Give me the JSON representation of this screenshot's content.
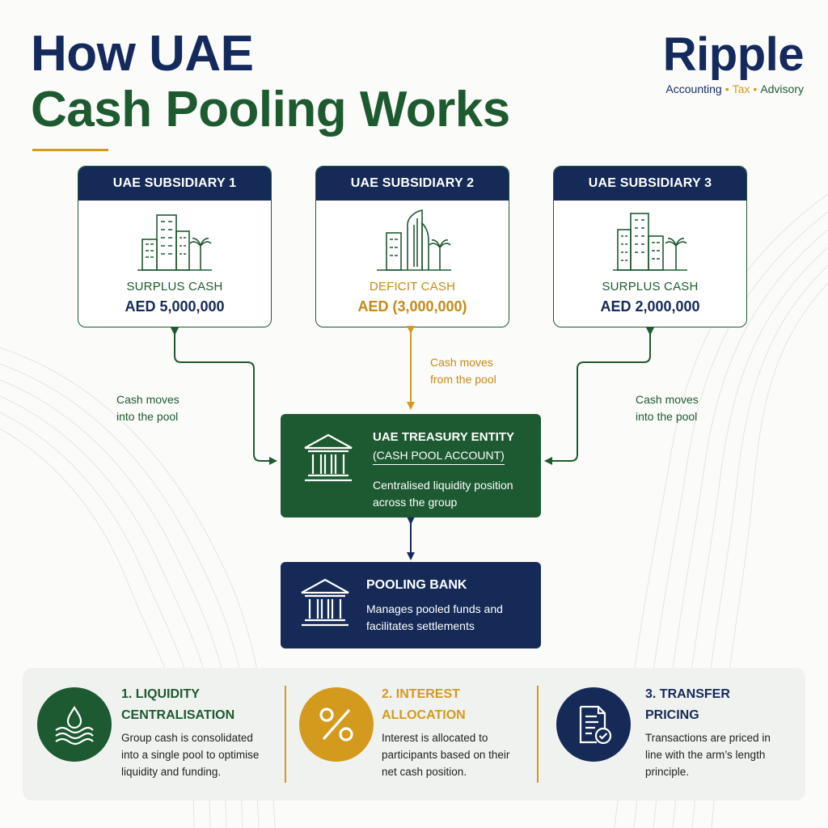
{
  "title": {
    "line1": "How UAE",
    "line2": "Cash Pooling Works"
  },
  "brand": {
    "name": "Ripple",
    "tag1": "Accounting",
    "tag2": "Tax",
    "tag3": "Advisory"
  },
  "subsidiaries": [
    {
      "name": "UAE SUBSIDIARY 1",
      "label": "SURPLUS CASH",
      "amount": "AED 5,000,000"
    },
    {
      "name": "UAE SUBSIDIARY 2",
      "label": "DEFICIT CASH",
      "amount": "AED (3,000,000)"
    },
    {
      "name": "UAE SUBSIDIARY 3",
      "label": "SURPLUS CASH",
      "amount": "AED 2,000,000"
    }
  ],
  "flow_notes": {
    "left": [
      "Cash moves",
      "into the pool"
    ],
    "center": [
      "Cash moves",
      "from the pool"
    ],
    "right": [
      "Cash moves",
      "into the pool"
    ]
  },
  "treasury": {
    "title": "UAE TREASURY ENTITY",
    "subtitle": "(CASH POOL ACCOUNT)",
    "desc1": "Centralised liquidity position",
    "desc2": "across the group"
  },
  "bank": {
    "title": "POOLING BANK",
    "desc1": "Manages pooled funds and",
    "desc2": "facilitates settlements"
  },
  "features": [
    {
      "title1": "1. LIQUIDITY",
      "title2": "CENTRALISATION",
      "lines": [
        "Group cash is consolidated",
        "into a single pool to optimise",
        "liquidity and funding."
      ]
    },
    {
      "title1": "2. INTEREST",
      "title2": "ALLOCATION",
      "lines": [
        "Interest is allocated to",
        "participants based on their",
        "net cash position."
      ]
    },
    {
      "title1": "3. TRANSFER",
      "title2": "PRICING",
      "lines": [
        "Transactions are priced in",
        "line with the arm’s length",
        "principle."
      ]
    }
  ],
  "colors": {
    "navy": "#152a57",
    "green": "#1d5a32",
    "gold": "#d49a1e"
  },
  "icons": [
    "city-buildings-icon",
    "bank-building-icon",
    "water-drop-icon",
    "percent-icon",
    "document-check-icon"
  ]
}
